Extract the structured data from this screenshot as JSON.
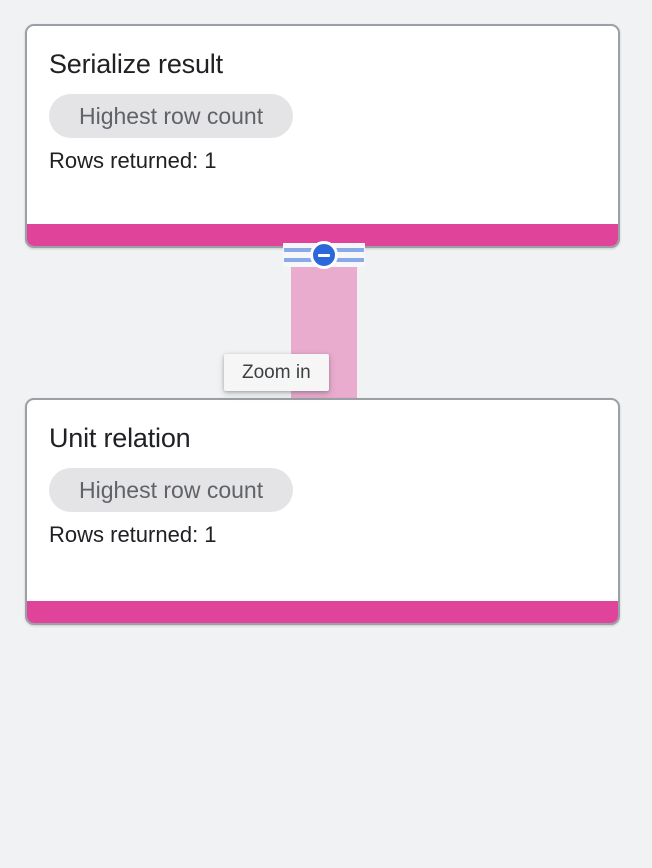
{
  "canvas": {
    "background_color": "#f1f2f4"
  },
  "nodes": [
    {
      "id": "serialize-result",
      "title": "Serialize result",
      "pill_label": "Highest row count",
      "meta": "Rows returned: 1",
      "status_color": "#e0449a"
    },
    {
      "id": "unit-relation",
      "title": "Unit relation",
      "pill_label": "Highest row count",
      "meta": "Rows returned: 1",
      "status_color": "#e0449a"
    }
  ],
  "edge": {
    "color": "#e9abce",
    "rail_color": "#8aa9e8"
  },
  "collapse_control": {
    "icon": "minus-circle-icon",
    "color": "#2b68d9",
    "tooltip": "Zoom in"
  }
}
